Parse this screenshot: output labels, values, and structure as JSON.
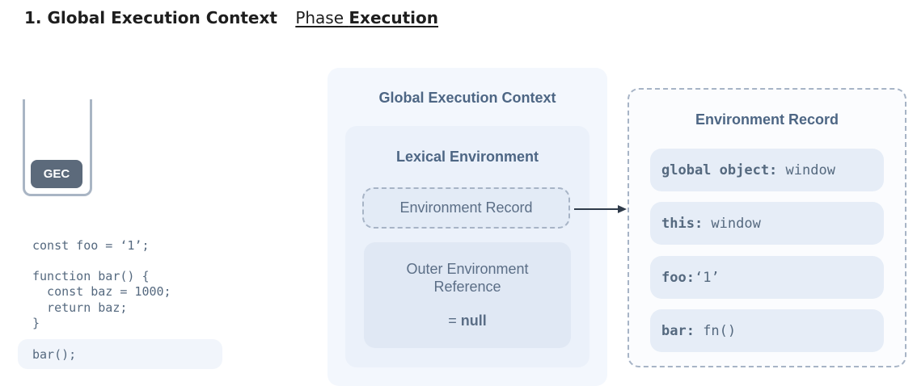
{
  "heading": {
    "title": "1. Global Execution Context",
    "phase_label": "Phase",
    "phase_name": "Execution"
  },
  "call_stack": {
    "frames": [
      "GEC"
    ]
  },
  "code": {
    "lines": [
      "const foo = ‘1’;",
      "",
      "function bar() {",
      "  const baz = 1000;",
      "  return baz;",
      "}"
    ],
    "current_line": "bar();"
  },
  "execution_context": {
    "title": "Global Execution Context",
    "lexical_environment": {
      "title": "Lexical Environment",
      "environment_record_label": "Environment Record",
      "outer_reference": {
        "label_line1": "Outer Environment",
        "label_line2": "Reference",
        "prefix": "= ",
        "value": "null"
      }
    }
  },
  "environment_record": {
    "title": "Environment Record",
    "entries": [
      {
        "key": "global object:",
        "value": " window"
      },
      {
        "key": "this:",
        "value": " window"
      },
      {
        "key": "foo:",
        "value": "‘1’"
      },
      {
        "key": "bar:",
        "value": " fn()"
      }
    ]
  },
  "colors": {
    "accent_text": "#4d6684",
    "body_text": "#5b6e86",
    "stack_frame": "#5c6a7b",
    "arrow": "#2f3b4a"
  }
}
